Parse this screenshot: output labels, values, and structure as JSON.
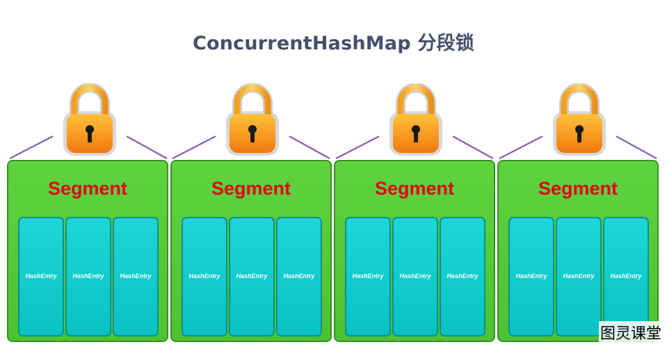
{
  "title": "ConcurrentHashMap 分段锁",
  "segments": [
    {
      "label": "Segment",
      "entries": [
        "HashEntry",
        "HashEntry",
        "HashEntry"
      ]
    },
    {
      "label": "Segment",
      "entries": [
        "HashEntry",
        "HashEntry",
        "HashEntry"
      ]
    },
    {
      "label": "Segment",
      "entries": [
        "HashEntry",
        "HashEntry",
        "HashEntry"
      ]
    },
    {
      "label": "Segment",
      "entries": [
        "HashEntry",
        "HashEntry",
        "HashEntry"
      ]
    }
  ],
  "watermark": "图灵课堂",
  "colors": {
    "segment_fill": "#55c93b",
    "entry_fill": "#12cccc",
    "segment_text": "#e3001b",
    "lock_body": "#f7921d",
    "connector": "#8a5bb0"
  },
  "icons": {
    "lock": "padlock-icon"
  }
}
